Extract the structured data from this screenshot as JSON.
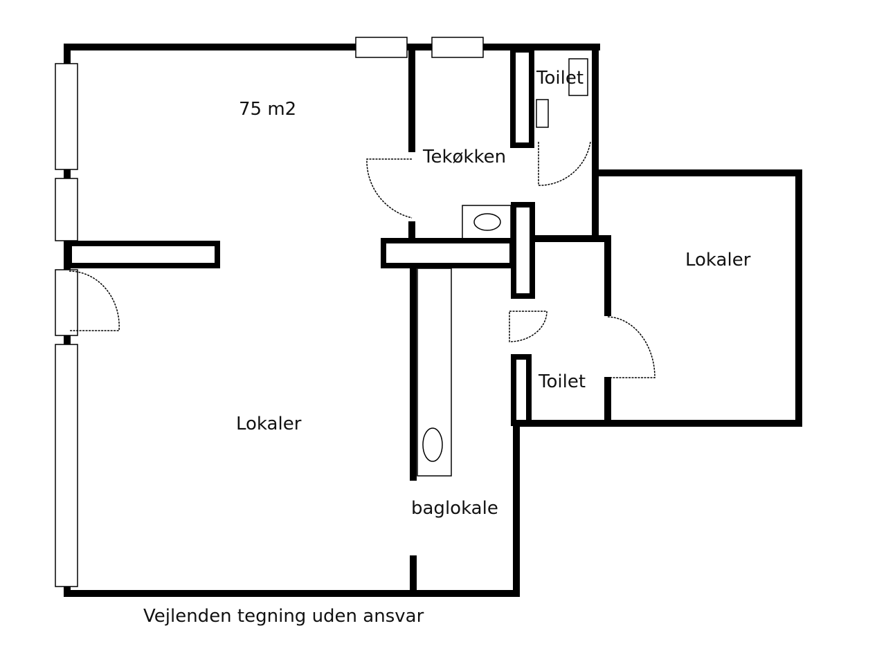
{
  "labels": {
    "area": "75 m2",
    "tea_kitchen": "Tekøkken",
    "toilet_top": "Toilet",
    "toilet_bottom": "Toilet",
    "main_room": "Lokaler",
    "annex_room": "Lokaler",
    "back_room": "baglokale",
    "disclaimer": "Vejlenden tegning uden ansvar"
  },
  "colors": {
    "wall": "#000000",
    "background": "#ffffff"
  }
}
